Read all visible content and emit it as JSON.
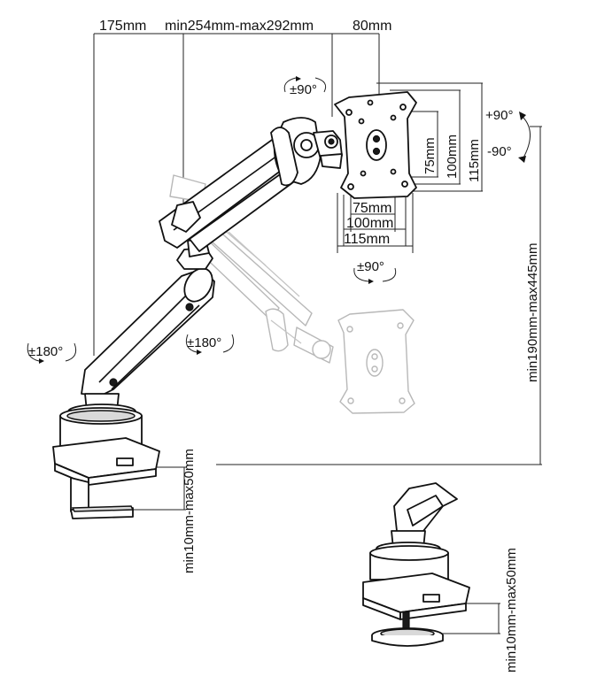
{
  "diagram": {
    "top_dimensions": {
      "left": "175mm",
      "middle": "min254mm-max292mm",
      "right": "80mm"
    },
    "vesa": {
      "h1": "75mm",
      "h2": "100mm",
      "h3": "115mm",
      "v1": "75mm",
      "v2": "100mm",
      "v3": "115mm"
    },
    "rotations": {
      "tilt_top": "±90°",
      "swivel_bottom": "±90°",
      "tilt_up": "+90°",
      "tilt_down": "-90°",
      "base_rotation": "±180°",
      "elbow_rotation": "±180°"
    },
    "height_range": "min190mm-max445mm",
    "clamp_range_main": "min10mm-max50mm",
    "clamp_range_detail": "min10mm-max50mm"
  }
}
